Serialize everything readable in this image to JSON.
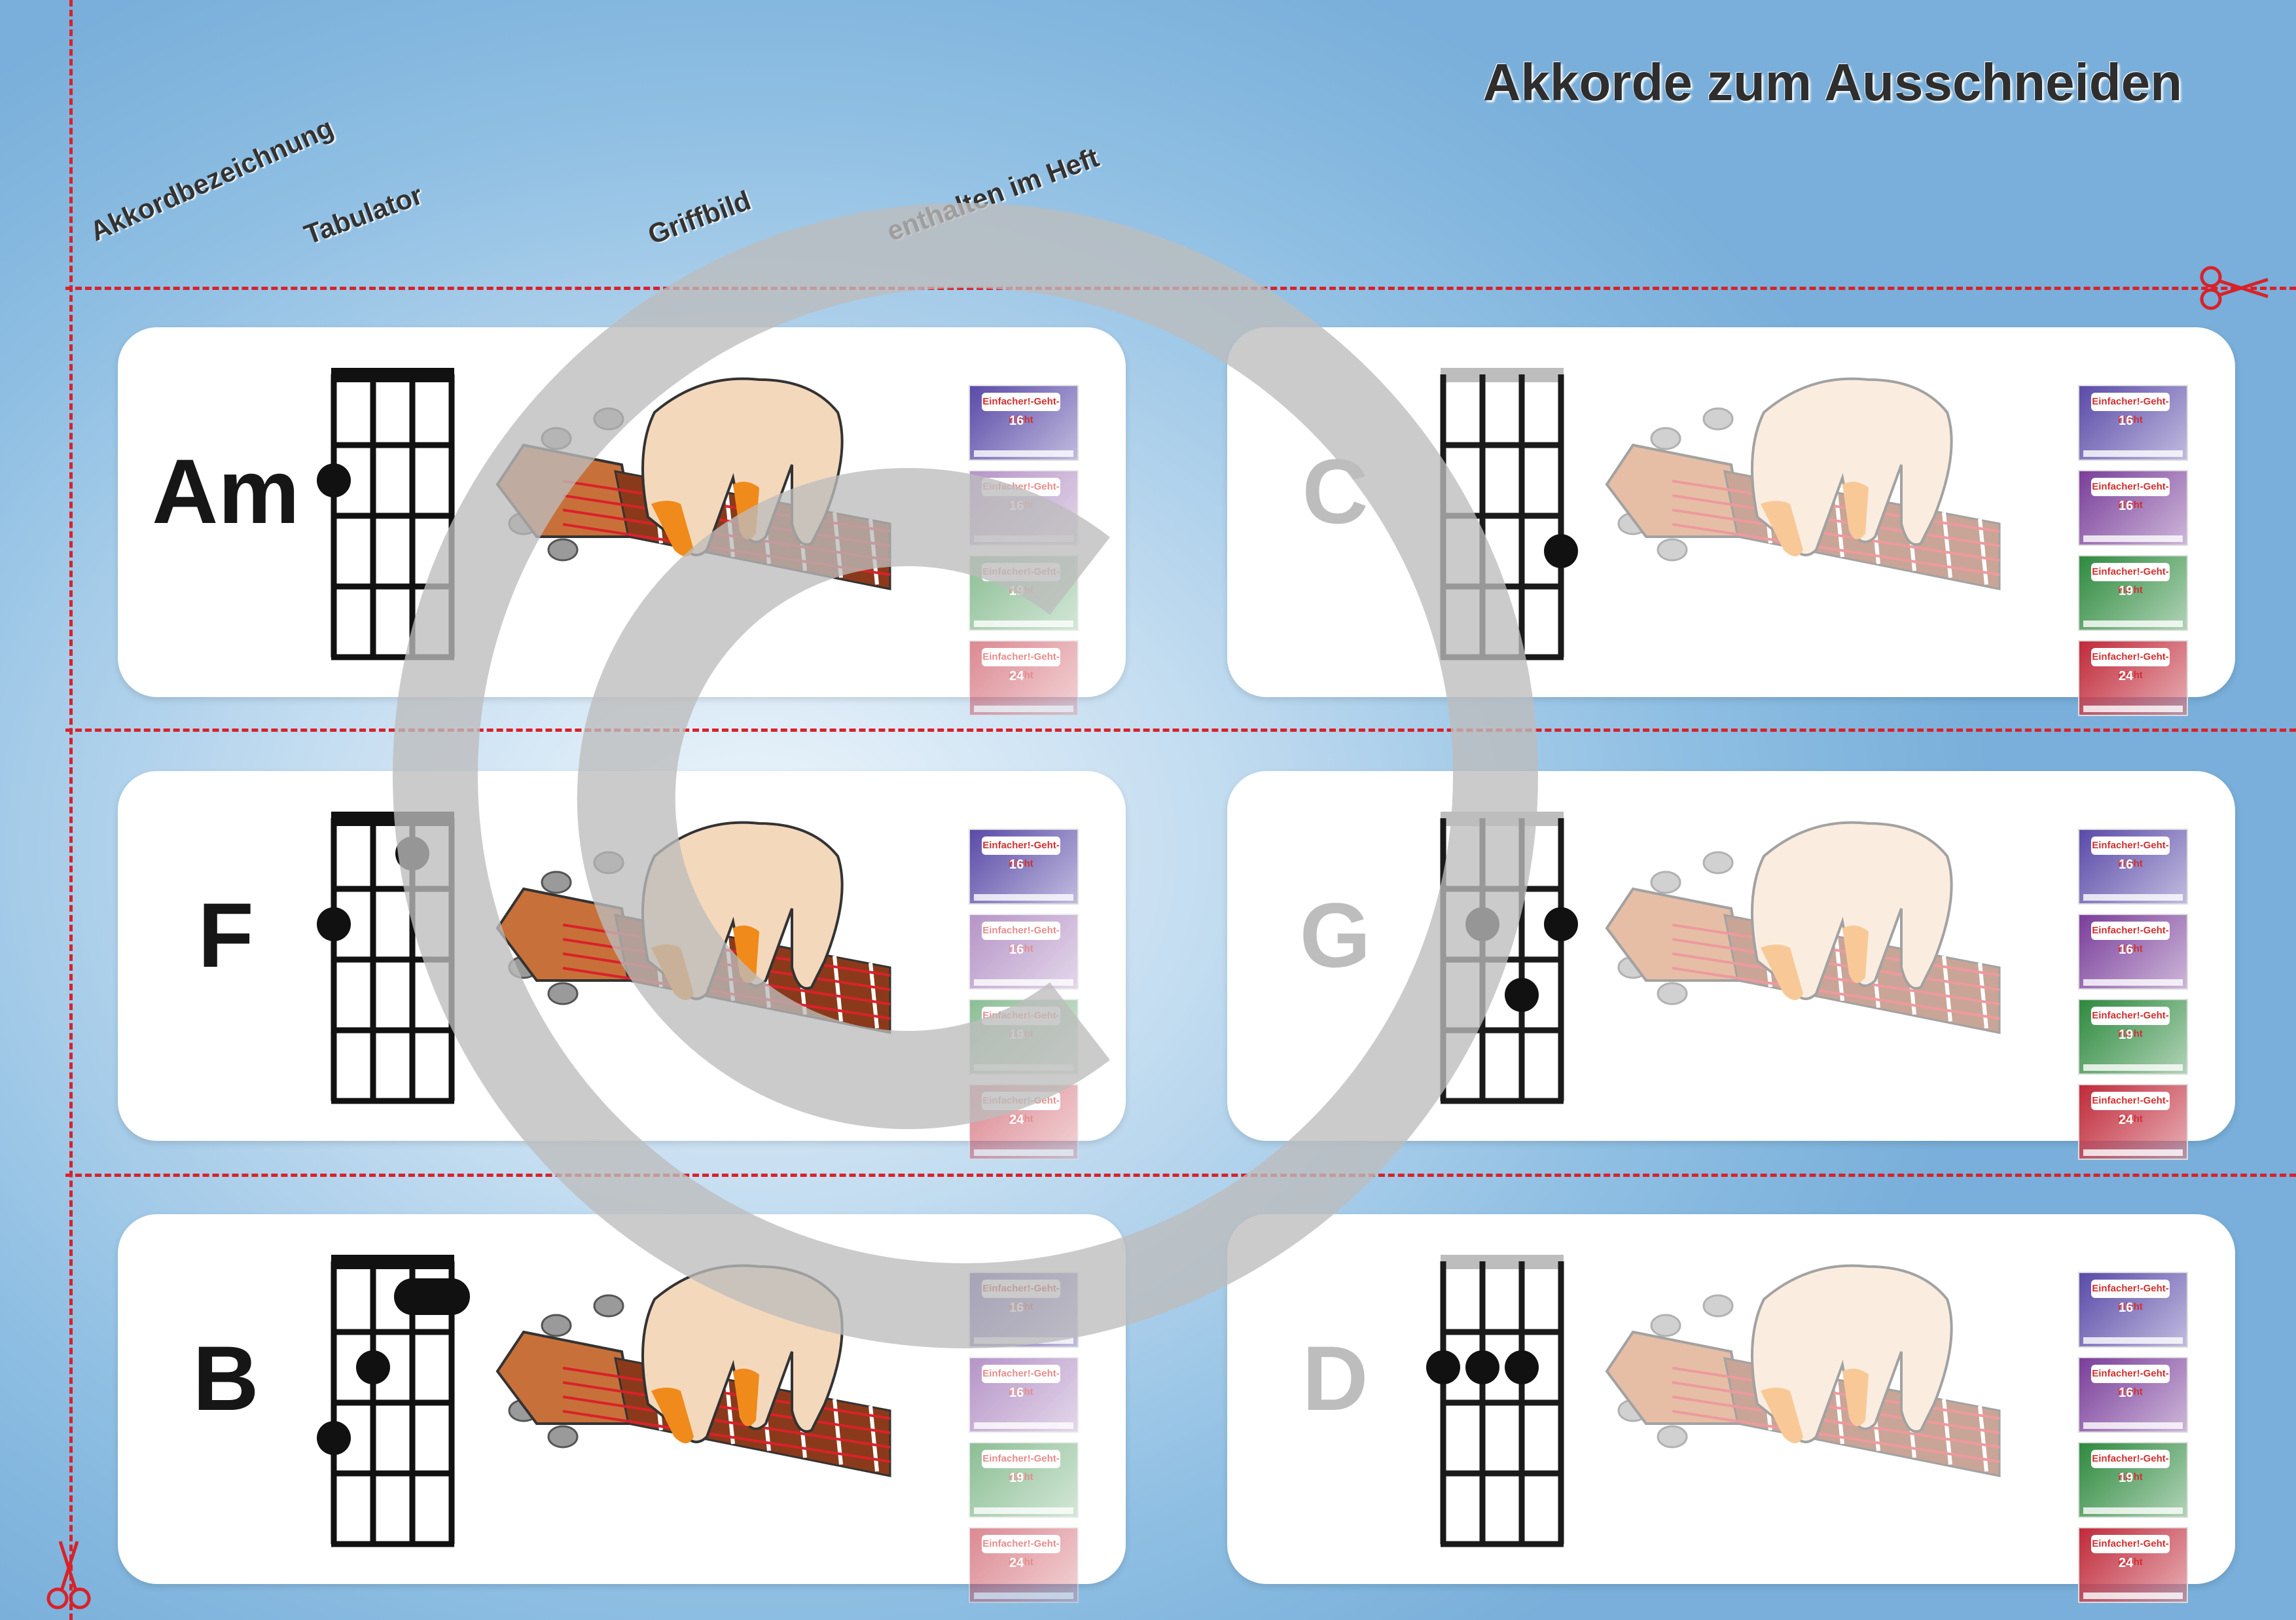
{
  "page": {
    "title": "Akkorde zum Ausschneiden",
    "column_labels": {
      "chord_name": "Akkordbezeichnung",
      "tab": "Tabulator",
      "fingering": "Griffbild",
      "books": "enthalten im Heft"
    }
  },
  "chords": [
    {
      "name": "Am",
      "dots": [
        {
          "string": 0,
          "fret": 2
        }
      ],
      "faded": false
    },
    {
      "name": "C",
      "dots": [
        {
          "string": 3,
          "fret": 3
        }
      ],
      "faded": true
    },
    {
      "name": "F",
      "dots": [
        {
          "string": 0,
          "fret": 2
        },
        {
          "string": 2,
          "fret": 1
        }
      ],
      "faded": false
    },
    {
      "name": "G",
      "dots": [
        {
          "string": 1,
          "fret": 2
        },
        {
          "string": 3,
          "fret": 2
        },
        {
          "string": 2,
          "fret": 3
        }
      ],
      "faded": true
    },
    {
      "name": "B",
      "dots": [
        {
          "string": 1,
          "fret": 2
        },
        {
          "string": 0,
          "fret": 3
        }
      ],
      "barre": {
        "from": 2,
        "to": 3,
        "fret": 1
      },
      "faded": false
    },
    {
      "name": "D",
      "dots": [
        {
          "string": 0,
          "fret": 2
        },
        {
          "string": 1,
          "fret": 2
        },
        {
          "string": 2,
          "fret": 2
        }
      ],
      "faded": true
    }
  ],
  "books": [
    {
      "title": "Einfacher!-Geht-Nicht",
      "number": "16",
      "color": "#5a4aa8"
    },
    {
      "title": "Einfacher!-Geht-Nicht",
      "number": "16",
      "color": "#7a3e9a"
    },
    {
      "title": "Einfacher!-Geht-Nicht",
      "number": "19",
      "color": "#2e8a3e"
    },
    {
      "title": "Einfacher!-Geht-Nicht",
      "number": "24",
      "color": "#c02a3a"
    }
  ],
  "colors": {
    "cut_line": "#d8222a",
    "finger_tip": "#f08a1a",
    "ukulele_body": "#c8703a",
    "string": "#d8222a"
  },
  "icons": [
    "scissors-icon",
    "copyright-watermark-icon",
    "hand-fingering-icon",
    "ukulele-neck-icon"
  ]
}
